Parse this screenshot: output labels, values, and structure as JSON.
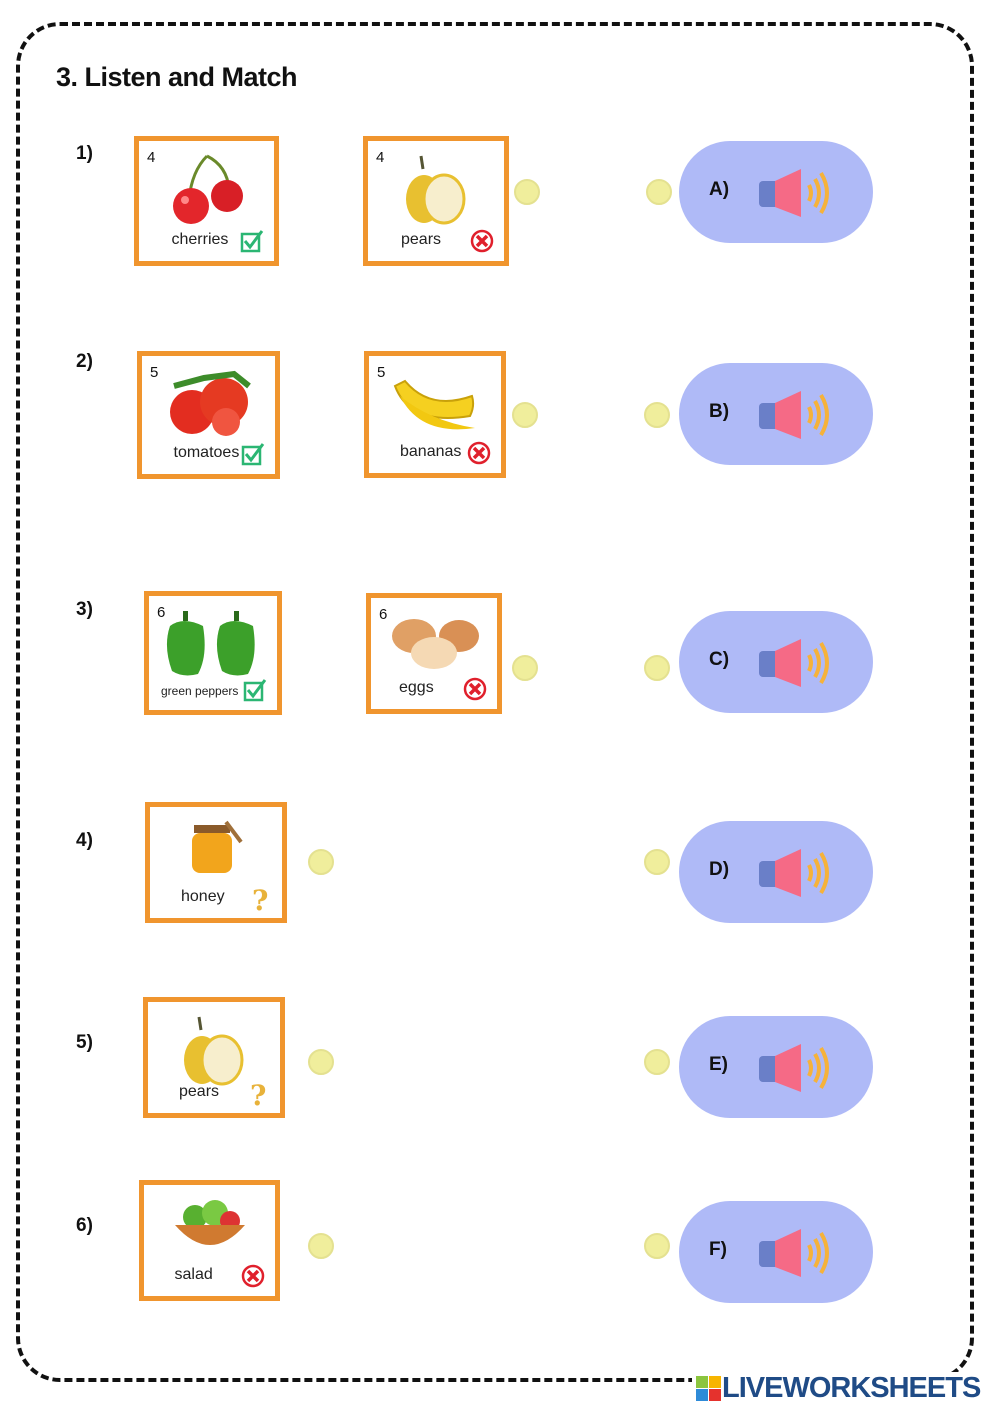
{
  "title": "3. Listen and Match",
  "rows": [
    {
      "number": "1)",
      "cards": [
        {
          "count": "4",
          "label": "cherries",
          "fruit": "cherries",
          "mark": "check-icon"
        },
        {
          "count": "4",
          "label": "pears",
          "fruit": "pears",
          "mark": "cross-icon"
        }
      ],
      "option": "A)"
    },
    {
      "number": "2)",
      "cards": [
        {
          "count": "5",
          "label": "tomatoes",
          "fruit": "tomatoes",
          "mark": "check-icon"
        },
        {
          "count": "5",
          "label": "bananas",
          "fruit": "bananas",
          "mark": "cross-icon"
        }
      ],
      "option": "B)"
    },
    {
      "number": "3)",
      "cards": [
        {
          "count": "6",
          "label": "green peppers",
          "fruit": "peppers",
          "mark": "check-icon"
        },
        {
          "count": "6",
          "label": "eggs",
          "fruit": "eggs",
          "mark": "cross-icon"
        }
      ],
      "option": "C)"
    },
    {
      "number": "4)",
      "cards": [
        {
          "count": "",
          "label": "honey",
          "fruit": "honey",
          "mark": "question-icon"
        }
      ],
      "option": "D)"
    },
    {
      "number": "5)",
      "cards": [
        {
          "count": "",
          "label": "pears",
          "fruit": "pears",
          "mark": "question-icon"
        }
      ],
      "option": "E)"
    },
    {
      "number": "6)",
      "cards": [
        {
          "count": "",
          "label": "salad",
          "fruit": "salad",
          "mark": "cross-icon"
        }
      ],
      "option": "F)"
    }
  ],
  "logo": "LIVEWORKSHEETS",
  "colors": {
    "card_border": "#f0952e",
    "pill": "#afbaf7",
    "dot": "#f0ee9c",
    "check": "#2bb673",
    "cross": "#e0202c",
    "question": "#e8b23a"
  }
}
